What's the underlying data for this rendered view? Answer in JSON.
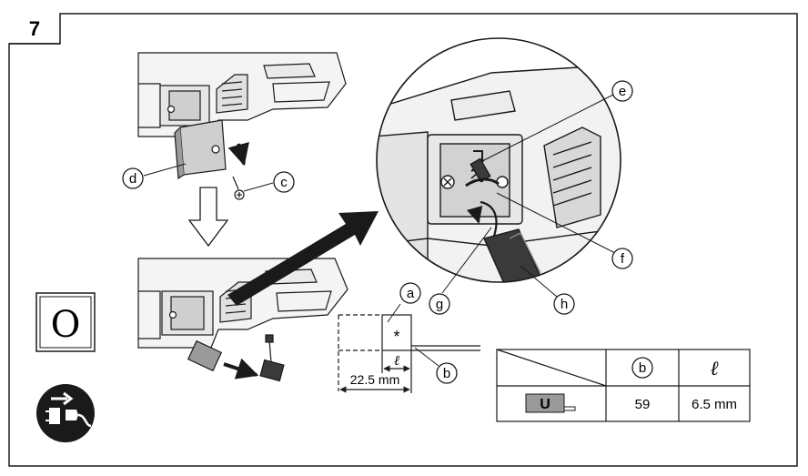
{
  "step_number": "7",
  "callouts": {
    "a": "a",
    "b": "b",
    "c": "c",
    "d": "d",
    "e": "e",
    "f": "f",
    "g": "g",
    "h": "h",
    "b_table": "b"
  },
  "symbol_off": "O",
  "asterisk": "*",
  "ell_symbol": "ℓ",
  "dimension_label": "22.5 mm",
  "table": {
    "header_b": "b",
    "header_l": "ℓ",
    "row_marker": "U",
    "row_b": "59",
    "row_l": "6.5 mm"
  },
  "colors": {
    "line": "#1a1a1a",
    "tool_fill": "#f4f4f4",
    "dark_part": "#3a3a3a",
    "marker_fill": "#9a9a9a"
  },
  "icons": [
    "unplug-icon",
    "down-arrow-icon",
    "zoom-arrow-icon"
  ]
}
